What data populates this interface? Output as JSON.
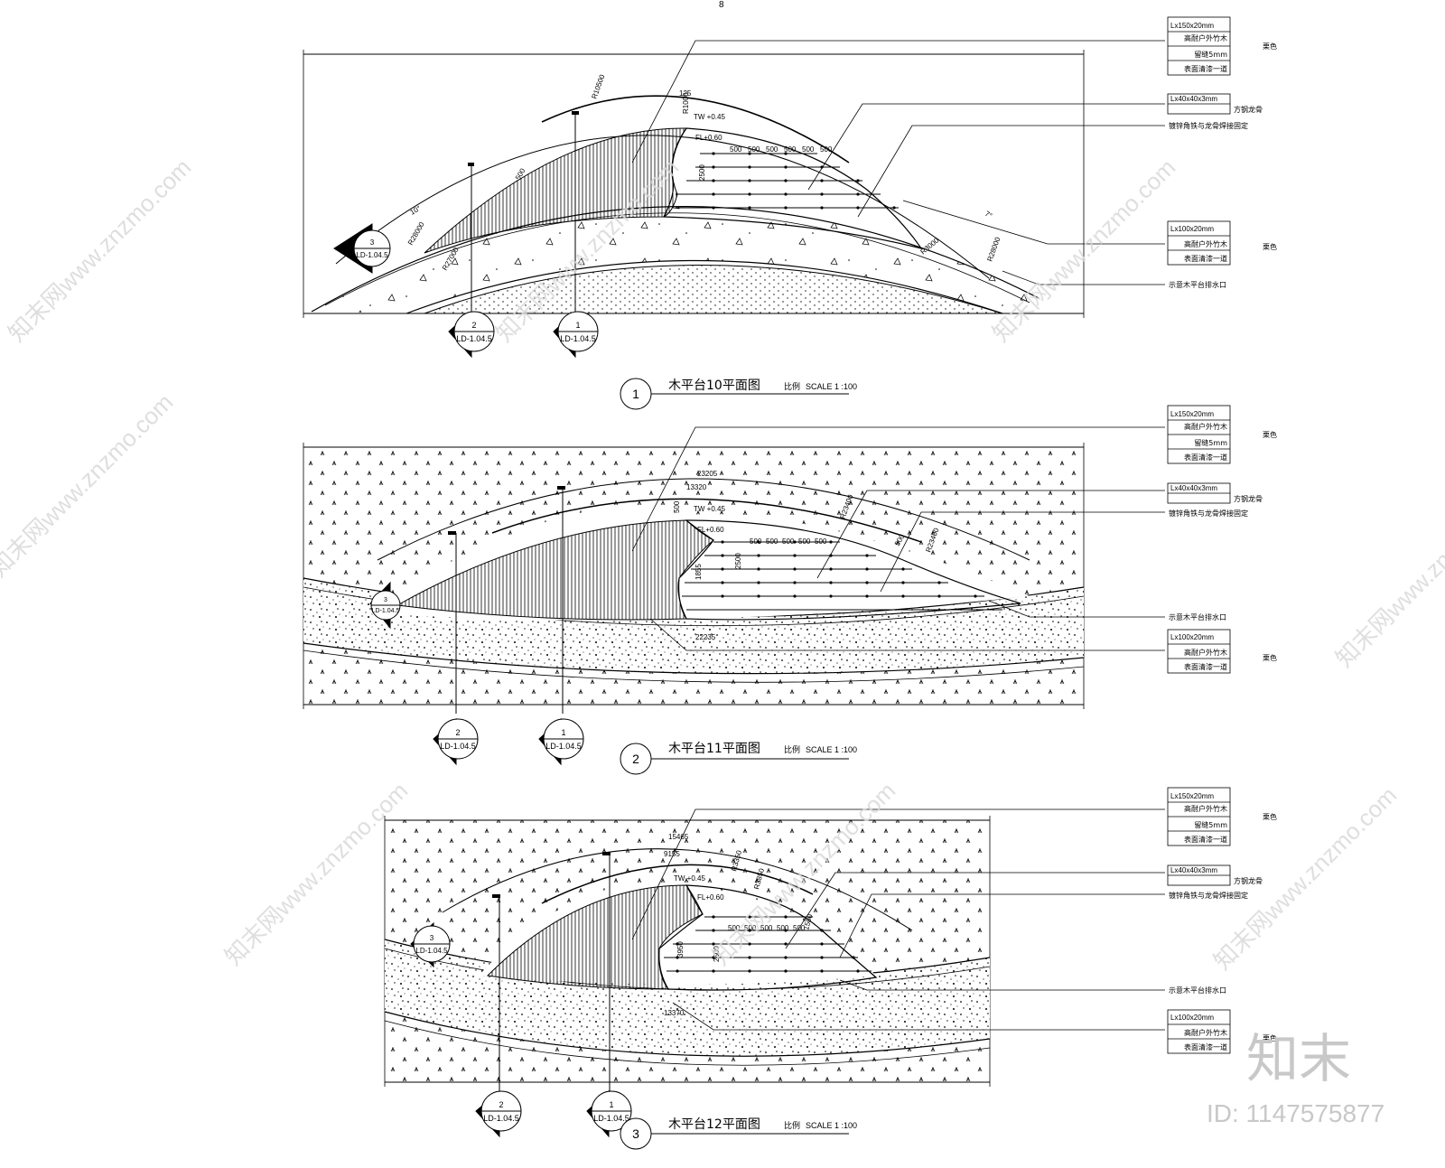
{
  "top_mark": "8",
  "plans": [
    {
      "number": "1",
      "title": "木平台10平面图",
      "scale_label": "比例",
      "scale": "SCALE 1 :100",
      "dims": [
        "R10500",
        "125",
        "R1000",
        "TW +0.45",
        "FL+0.60",
        "500",
        "500",
        "500",
        "500",
        "500",
        "500",
        "2500",
        "500",
        "10°",
        "R28000",
        "R27000",
        "7°",
        "R28000",
        "R3000"
      ],
      "sections": [
        {
          "num": "3",
          "ref": "LD-1.04.5"
        },
        {
          "num": "2",
          "ref": "LD-1.04.5"
        },
        {
          "num": "1",
          "ref": "LD-1.04.5"
        }
      ],
      "notes": [
        {
          "lines": [
            "Lx150x20mm",
            "高耐户外竹木",
            "留缝5mm",
            "表面清漆一道"
          ],
          "side": "栗色"
        },
        {
          "lines": [
            "Lx40x40x3mm",
            "方钢龙骨"
          ],
          "side": ""
        },
        {
          "single": "镀锌角铁与龙骨焊接固定"
        },
        {
          "lines": [
            "Lx100x20mm",
            "高耐户外竹木",
            "表面清漆一道"
          ],
          "side": "栗色"
        },
        {
          "single": "示意木平台排水口"
        }
      ]
    },
    {
      "number": "2",
      "title": "木平台11平面图",
      "scale_label": "比例",
      "scale": "SCALE 1 :100",
      "dims": [
        "23205",
        "13320",
        "500",
        "TW +0.45",
        "FL+0.60",
        "500",
        "500",
        "500",
        "500",
        "500",
        "2500",
        "1855",
        "R23400",
        "500",
        "R23400",
        "22235"
      ],
      "sections": [
        {
          "num": "3",
          "ref": "LD-1.04.5"
        },
        {
          "num": "2",
          "ref": "LD-1.04.5"
        },
        {
          "num": "1",
          "ref": "LD-1.04.5"
        }
      ],
      "notes": [
        {
          "lines": [
            "Lx150x20mm",
            "高耐户外竹木",
            "留缝5mm",
            "表面清漆一道"
          ],
          "side": "栗色"
        },
        {
          "lines": [
            "Lx40x40x3mm",
            "方钢龙骨"
          ],
          "side": ""
        },
        {
          "single": "镀锌角铁与龙骨焊接固定"
        },
        {
          "single": "示意木平台排水口"
        },
        {
          "lines": [
            "Lx100x20mm",
            "高耐户外竹木",
            "表面清漆一道"
          ],
          "side": "栗色"
        }
      ]
    },
    {
      "number": "3",
      "title": "木平台12平面图",
      "scale_label": "比例",
      "scale": "SCALE 1 :100",
      "dims": [
        "15465",
        "9155",
        "TW +0.45",
        "FL+0.60",
        "R3350",
        "R3850",
        "500",
        "500",
        "500",
        "500",
        "500",
        "2500",
        "3950",
        "1500",
        "13370"
      ],
      "sections": [
        {
          "num": "3",
          "ref": "LD-1.04.5"
        },
        {
          "num": "2",
          "ref": "LD-1.04.5"
        },
        {
          "num": "1",
          "ref": "LD-1.04.5"
        }
      ],
      "notes": [
        {
          "lines": [
            "Lx150x20mm",
            "高耐户外竹木",
            "留缝5mm",
            "表面清漆一道"
          ],
          "side": "栗色"
        },
        {
          "lines": [
            "Lx40x40x3mm",
            "方钢龙骨"
          ],
          "side": ""
        },
        {
          "single": "镀锌角铁与龙骨焊接固定"
        },
        {
          "single": "示意木平台排水口"
        },
        {
          "lines": [
            "Lx100x20mm",
            "高耐户外竹木",
            "表面清漆一道"
          ],
          "side": "栗色"
        }
      ]
    }
  ],
  "watermark": {
    "site": "知末网www.znzmo.com",
    "logo": "知末",
    "id": "ID: 1147575877"
  },
  "colors": {
    "line": "#000000",
    "watermark": "#d9d9d9",
    "background": "#ffffff"
  }
}
